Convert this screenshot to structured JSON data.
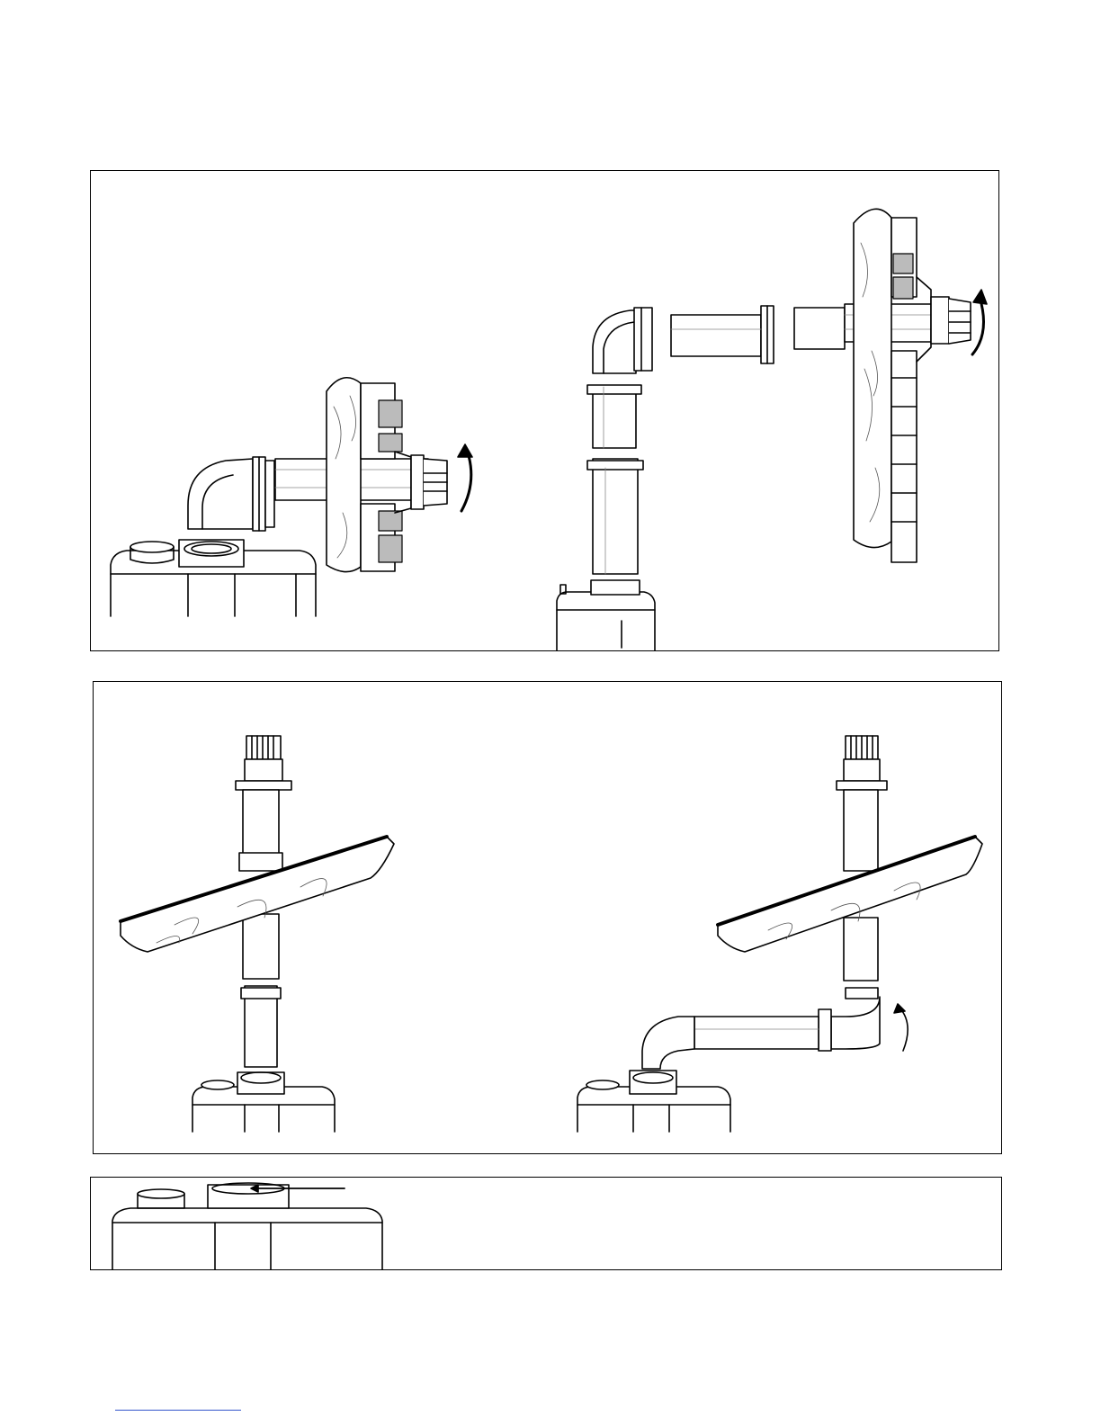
{
  "figures": [
    {
      "id": "horizontal-vent",
      "views": [
        "elbow-to-wall",
        "extended-pipe-to-wall"
      ]
    },
    {
      "id": "vertical-vent",
      "views": [
        "straight-up-through-roof",
        "offset-elbow-through-roof"
      ]
    },
    {
      "id": "vent-collar",
      "views": [
        "collar-detail"
      ]
    }
  ],
  "footer": {
    "link_text": ""
  }
}
